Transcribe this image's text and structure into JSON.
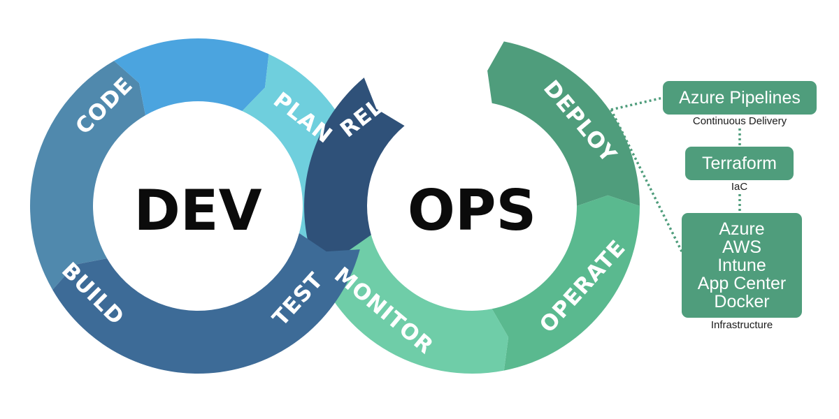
{
  "dev_loop": {
    "center": "DEV",
    "stages": [
      "CODE",
      "PLAN",
      "TEST",
      "BUILD"
    ]
  },
  "ops_loop": {
    "center": "OPS",
    "stages": [
      "RELEASE",
      "DEPLOY",
      "OPERATE",
      "MONITOR"
    ]
  },
  "tools": [
    {
      "lines": [
        "Azure Pipelines"
      ],
      "caption": "Continuous Delivery"
    },
    {
      "lines": [
        "Terraform"
      ],
      "caption": "IaC"
    },
    {
      "lines": [
        "Azure",
        "AWS",
        "Intune",
        "App Center",
        "Docker"
      ],
      "caption": "Infrastructure"
    }
  ],
  "colors": {
    "code": "#4ba4df",
    "plan": "#6fcfdd",
    "test": "#3d6b97",
    "build": "#5089ad",
    "release": "#2f5179",
    "deploy": "#4f9d7c",
    "operate": "#5ab98f",
    "monitor": "#6fcda8",
    "tool_box": "#4f9d7c",
    "connector": "#4f9d7c"
  }
}
